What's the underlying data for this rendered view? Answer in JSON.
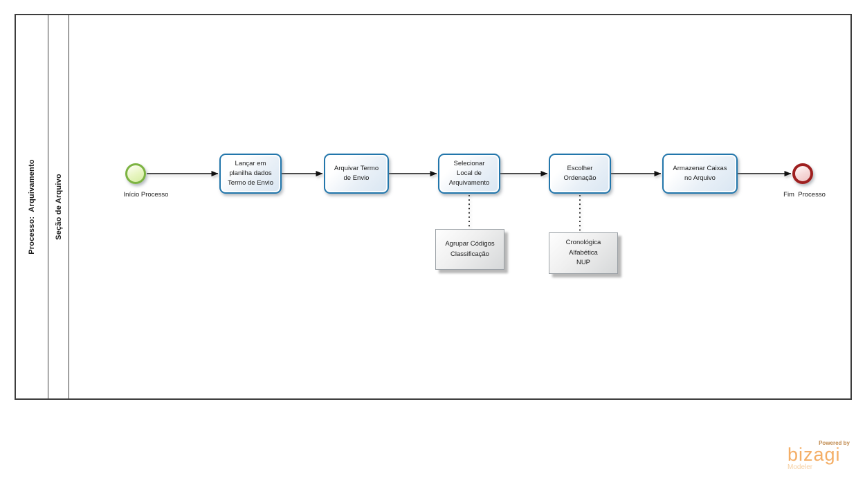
{
  "diagram": {
    "pool": {
      "name": "Processo:  Arquivamento",
      "lane": "Seção de Arquivo"
    },
    "events": {
      "start": {
        "label": "Início Processo"
      },
      "end": {
        "label": "Fim  Processo"
      }
    },
    "tasks": [
      {
        "label": "Lançar em\nplanilha dados\nTermo de Envio"
      },
      {
        "label": "Arquivar Termo\nde Envio"
      },
      {
        "label": "Selecionar\nLocal de\nArquivamento"
      },
      {
        "label": "Escolher\nOrdenação"
      },
      {
        "label": "Armazenar Caixas\nno Arquivo"
      }
    ],
    "annotations": [
      {
        "label": "Agrupar Códigos\nClassificação"
      },
      {
        "label": "Cronológica\nAlfabética\nNUP"
      }
    ],
    "colors": {
      "task_border": "#2276ab",
      "task_fill": "#d9e6f2",
      "start_border": "#7cb342",
      "start_fill": "#e7f5c0",
      "end_border": "#9e1f1f",
      "end_fill": "#f6d8d8",
      "annotation_fill": "#d6d8d9",
      "annotation_border": "#9aa0a5",
      "connector": "#111111",
      "pool_border": "#3d3d3d"
    }
  },
  "branding": {
    "powered_by": "Powered by",
    "logo": "bizagi",
    "product": "Modeler",
    "logo_color": "#f4ae66"
  }
}
